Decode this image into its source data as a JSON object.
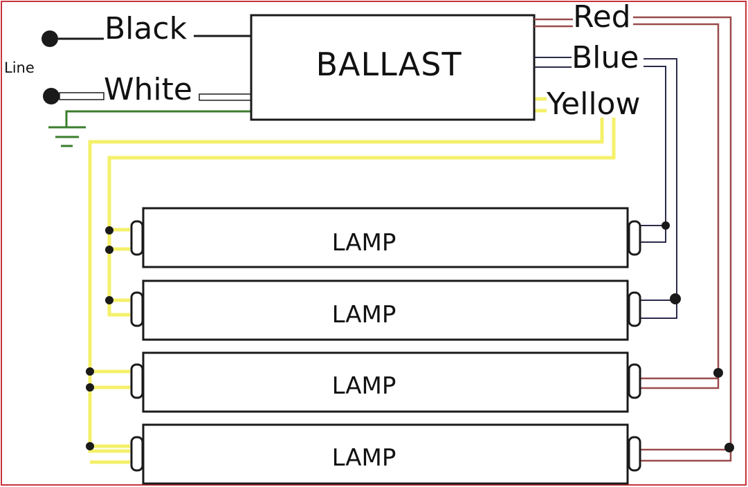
{
  "labels": {
    "line": "Line",
    "black": "Black",
    "white": "White",
    "ballast": "BALLAST",
    "red": "Red",
    "blue": "Blue",
    "yellow": "Yellow"
  },
  "lamps": [
    {
      "label": "LAMP"
    },
    {
      "label": "LAMP"
    },
    {
      "label": "LAMP"
    },
    {
      "label": "LAMP"
    }
  ],
  "colors": {
    "frame": "#c9323a",
    "black_wire": "#1a1a1a",
    "white_wire": "#1a1a1a",
    "ground": "#3a7d2c",
    "red_wire": "#9a4a4a",
    "blue_wire": "#2a2a4a",
    "yellow_wire": "#f4f06a"
  }
}
